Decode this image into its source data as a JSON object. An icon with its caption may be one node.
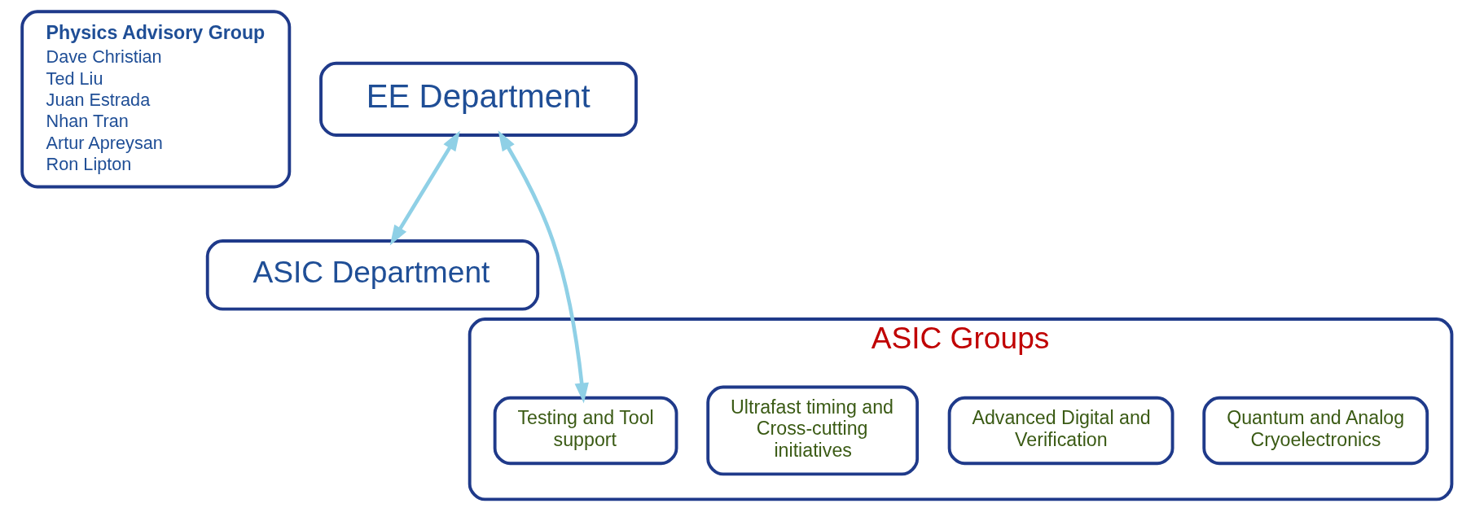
{
  "diagram": {
    "nodes": [
      {
        "text": [
          "Physics Advisory Group",
          "Dave Christian",
          "Ted Liu",
          "Juan Estrada",
          "Nhan Tran",
          "Artur Apreysan",
          "Ron Lipton"
        ]
      },
      {
        "text": [
          "EE Department"
        ]
      },
      {
        "text": [
          "ASIC Department"
        ]
      },
      {
        "text": [
          "ASIC Groups"
        ]
      },
      {
        "text": [
          "Quantum and Analog Cryoelectronics"
        ],
        "in": 3
      },
      {
        "text": [
          "Advanced Digital and Verification"
        ],
        "in": 3
      },
      {
        "text": [
          "Ultrafast timing and Cross-cutting initiatives"
        ],
        "in": 3
      },
      {
        "text": [
          "Testing and Tool support"
        ],
        "in": 3
      }
    ],
    "edges": [
      {
        "from": 1,
        "to": 2,
        "arrow": "both",
        "color": "#8fd0e6"
      },
      {
        "from": 1,
        "to": 7,
        "arrow": "both",
        "color": "#8fd0e6"
      }
    ]
  }
}
